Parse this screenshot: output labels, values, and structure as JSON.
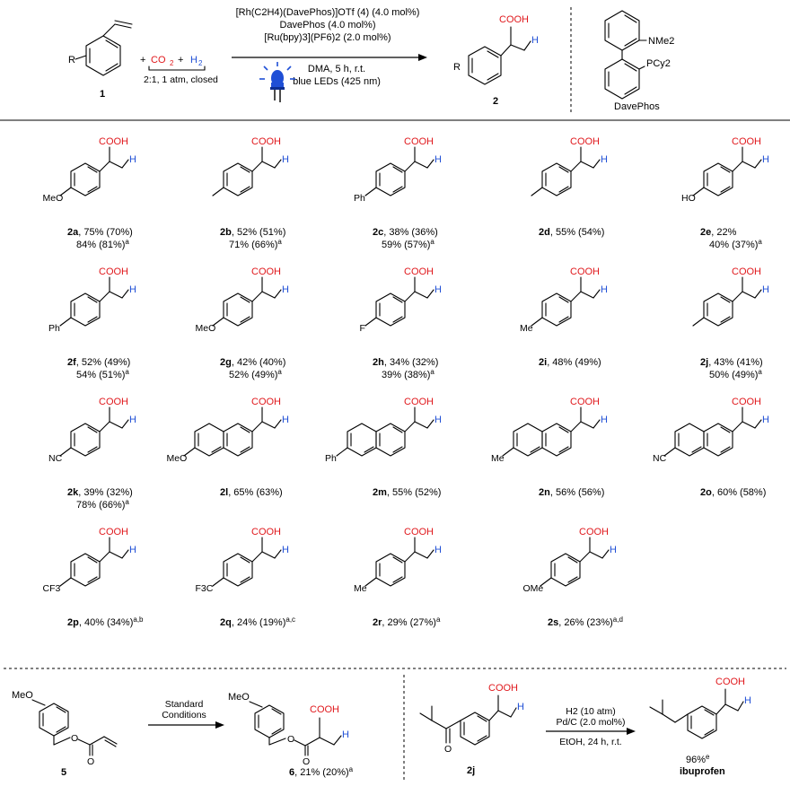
{
  "scheme": {
    "substrate_number": "1",
    "product_number": "2",
    "reagents": {
      "plus1": "+",
      "co2": "CO",
      "co2_sub": "2",
      "plus2": "+",
      "h2": "H",
      "h2_sub": "2",
      "ratio": "2:1, 1 atm, closed"
    },
    "conditions": {
      "line1": "[Rh(C2H4)(DavePhos)]OTf (4) (4.0 mol%)",
      "line2": "DavePhos (4.0 mol%)",
      "line3": "[Ru(bpy)3](PF6)2 (2.0 mol%)",
      "line4": "DMA, 5 h, r.t.",
      "line5": "blue LEDs (425 nm)"
    },
    "ligand": {
      "name": "DavePhos",
      "nme2": "NMe2",
      "pcy2": "PCy2"
    },
    "atoms": {
      "r": "R",
      "cooh": "COOH",
      "h": "H"
    }
  },
  "products": [
    {
      "id": "2a",
      "text": ", 75% (70%)",
      "line2": "84% (81%)",
      "sup": "a",
      "sub": "MeO"
    },
    {
      "id": "2b",
      "text": ", 52% (51%)",
      "line2": "71% (66%)",
      "sup": "a"
    },
    {
      "id": "2c",
      "text": ", 38% (36%)",
      "line2": "59% (57%)",
      "sup": "a",
      "sub": "Ph"
    },
    {
      "id": "2d",
      "text": ", 55% (54%)"
    },
    {
      "id": "2e",
      "text": ", 22%",
      "line2": "40% (37%)",
      "sup": "a",
      "sub": "HO"
    },
    {
      "id": "2f",
      "text": ", 52% (49%)",
      "line2": "54% (51%)",
      "sup": "a",
      "sub": "Ph"
    },
    {
      "id": "2g",
      "text": ", 42% (40%)",
      "line2": "52% (49%)",
      "sup": "a",
      "sub": "MeO"
    },
    {
      "id": "2h",
      "text": ", 34% (32%)",
      "line2": "39% (38%)",
      "sup": "a",
      "sub": "F"
    },
    {
      "id": "2i",
      "text": ", 48% (49%)",
      "sub": "Me"
    },
    {
      "id": "2j",
      "text": ", 43% (41%)",
      "line2": "50% (49%)",
      "sup": "a"
    },
    {
      "id": "2k",
      "text": ", 39% (32%)",
      "line2": "78% (66%)",
      "sup": "a",
      "sub": "NC"
    },
    {
      "id": "2l",
      "text": ", 65% (63%)",
      "sub": "MeO"
    },
    {
      "id": "2m",
      "text": ", 55% (52%)",
      "sub": "Ph"
    },
    {
      "id": "2n",
      "text": ", 56% (56%)",
      "sub": "Me"
    },
    {
      "id": "2o",
      "text": ", 60% (58%)",
      "sub": "NC"
    },
    {
      "id": "2p",
      "text": ", 40% (34%)",
      "sup": "a,b",
      "sub": "CF3"
    },
    {
      "id": "2q",
      "text": ", 24% (19%)",
      "sup": "a,c",
      "sub": "F3C"
    },
    {
      "id": "2r",
      "text": ", 29% (27%)",
      "sup": "a",
      "sub": "Me"
    },
    {
      "id": "2s",
      "text": ", 26% (23%)",
      "sup": "a,d",
      "sub": "OMe"
    }
  ],
  "bottom": {
    "compound5": "5",
    "arrow_top": "Standard",
    "arrow_bottom": "Conditions",
    "product6": "6",
    "product6_yield": ", 21% (20%)",
    "product6_sup": "a",
    "meo": "MeO",
    "compound2j": "2j",
    "h2_cond": "H2 (10 atm)",
    "pdc_cond": "Pd/C (2.0 mol%)",
    "etoh_cond": "EtOH, 24 h, r.t.",
    "ibu_yield": "96%",
    "ibu_sup": "e",
    "ibu_name": "ibuprofen"
  }
}
